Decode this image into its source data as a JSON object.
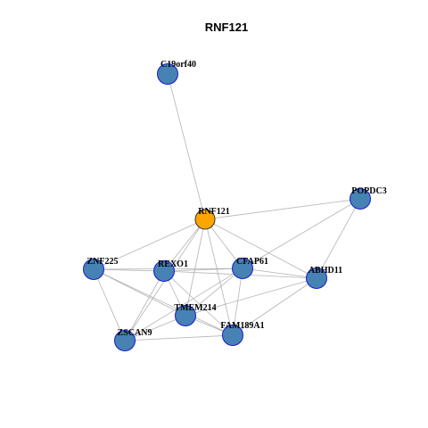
{
  "title": "RNF121",
  "colors": {
    "background": "#ffffff",
    "edge": "#b3b3b3",
    "hub_node_fill": "#ffa500",
    "node_fill": "#4682b4",
    "node_stroke": "#1a1acd",
    "label": "#000000"
  },
  "nodes": [
    {
      "id": "C19orf40",
      "label": "C19orf40",
      "type": "neighbor"
    },
    {
      "id": "RNF121",
      "label": "RNF121",
      "type": "hub"
    },
    {
      "id": "POPDC3",
      "label": "POPDC3",
      "type": "neighbor"
    },
    {
      "id": "ZNF225",
      "label": "ZNF225",
      "type": "neighbor"
    },
    {
      "id": "REXO1",
      "label": "REXO1",
      "type": "neighbor"
    },
    {
      "id": "CFAP61",
      "label": "CFAP61",
      "type": "neighbor"
    },
    {
      "id": "ABHD11",
      "label": "ABHD11",
      "type": "neighbor"
    },
    {
      "id": "TMEM214",
      "label": "TMEM214",
      "type": "neighbor"
    },
    {
      "id": "FAM189A1",
      "label": "FAM189A1",
      "type": "neighbor"
    },
    {
      "id": "ZSCAN9",
      "label": "ZSCAN9",
      "type": "neighbor"
    }
  ],
  "edges": [
    [
      "RNF121",
      "C19orf40"
    ],
    [
      "RNF121",
      "POPDC3"
    ],
    [
      "RNF121",
      "ZNF225"
    ],
    [
      "RNF121",
      "REXO1"
    ],
    [
      "RNF121",
      "CFAP61"
    ],
    [
      "RNF121",
      "ABHD11"
    ],
    [
      "RNF121",
      "TMEM214"
    ],
    [
      "RNF121",
      "FAM189A1"
    ],
    [
      "RNF121",
      "ZSCAN9"
    ],
    [
      "POPDC3",
      "ABHD11"
    ],
    [
      "POPDC3",
      "CFAP61"
    ],
    [
      "ZNF225",
      "REXO1"
    ],
    [
      "ZNF225",
      "CFAP61"
    ],
    [
      "ZNF225",
      "TMEM214"
    ],
    [
      "ZNF225",
      "FAM189A1"
    ],
    [
      "ZNF225",
      "ZSCAN9"
    ],
    [
      "REXO1",
      "CFAP61"
    ],
    [
      "REXO1",
      "ABHD11"
    ],
    [
      "REXO1",
      "TMEM214"
    ],
    [
      "REXO1",
      "FAM189A1"
    ],
    [
      "REXO1",
      "ZSCAN9"
    ],
    [
      "CFAP61",
      "ABHD11"
    ],
    [
      "CFAP61",
      "TMEM214"
    ],
    [
      "CFAP61",
      "FAM189A1"
    ],
    [
      "CFAP61",
      "ZSCAN9"
    ],
    [
      "ABHD11",
      "TMEM214"
    ],
    [
      "ABHD11",
      "FAM189A1"
    ],
    [
      "TMEM214",
      "FAM189A1"
    ],
    [
      "TMEM214",
      "ZSCAN9"
    ],
    [
      "FAM189A1",
      "ZSCAN9"
    ]
  ]
}
